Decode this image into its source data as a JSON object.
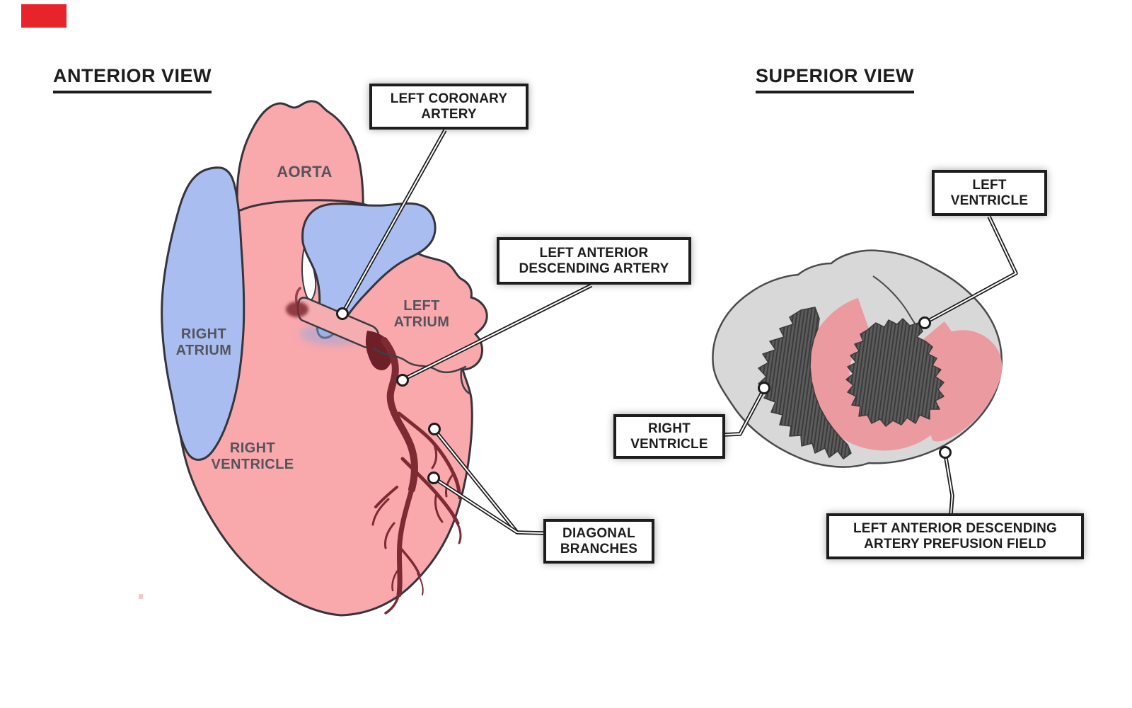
{
  "titles": {
    "anterior": "ANTERIOR VIEW",
    "superior": "SUPERIOR VIEW"
  },
  "anatomy_labels": {
    "aorta": "AORTA",
    "right_atrium": "RIGHT ATRIUM",
    "left_atrium": "LEFT ATRIUM",
    "right_ventricle": "RIGHT VENTRICLE"
  },
  "callouts": {
    "left_coronary_artery": "LEFT CORONARY ARTERY",
    "left_anterior_descending_artery": "LEFT ANTERIOR DESCENDING ARTERY",
    "diagonal_branches": "DIAGONAL BRANCHES",
    "left_ventricle": "LEFT VENTRICLE",
    "right_ventricle": "RIGHT VENTRICLE",
    "lad_perfusion_field": "LEFT ANTERIOR DESCENDING ARTERY PREFUSION FIELD"
  },
  "colors": {
    "heart-pink": "#f9a8ac",
    "lca-band-pink": "#f5adb2",
    "vessel-blue": "#a9bdf0",
    "artery-maroon": "#7d2a33",
    "artery-dark": "#6e2029",
    "outline-dark": "#35353b",
    "label-gray": "#54545c",
    "callout-ink": "#1d1d1d",
    "superior-gray": "#d8d8d8",
    "superior-pink": "#eb9a9f",
    "charcoal": "#595959",
    "marker-red": "#e8242b"
  }
}
